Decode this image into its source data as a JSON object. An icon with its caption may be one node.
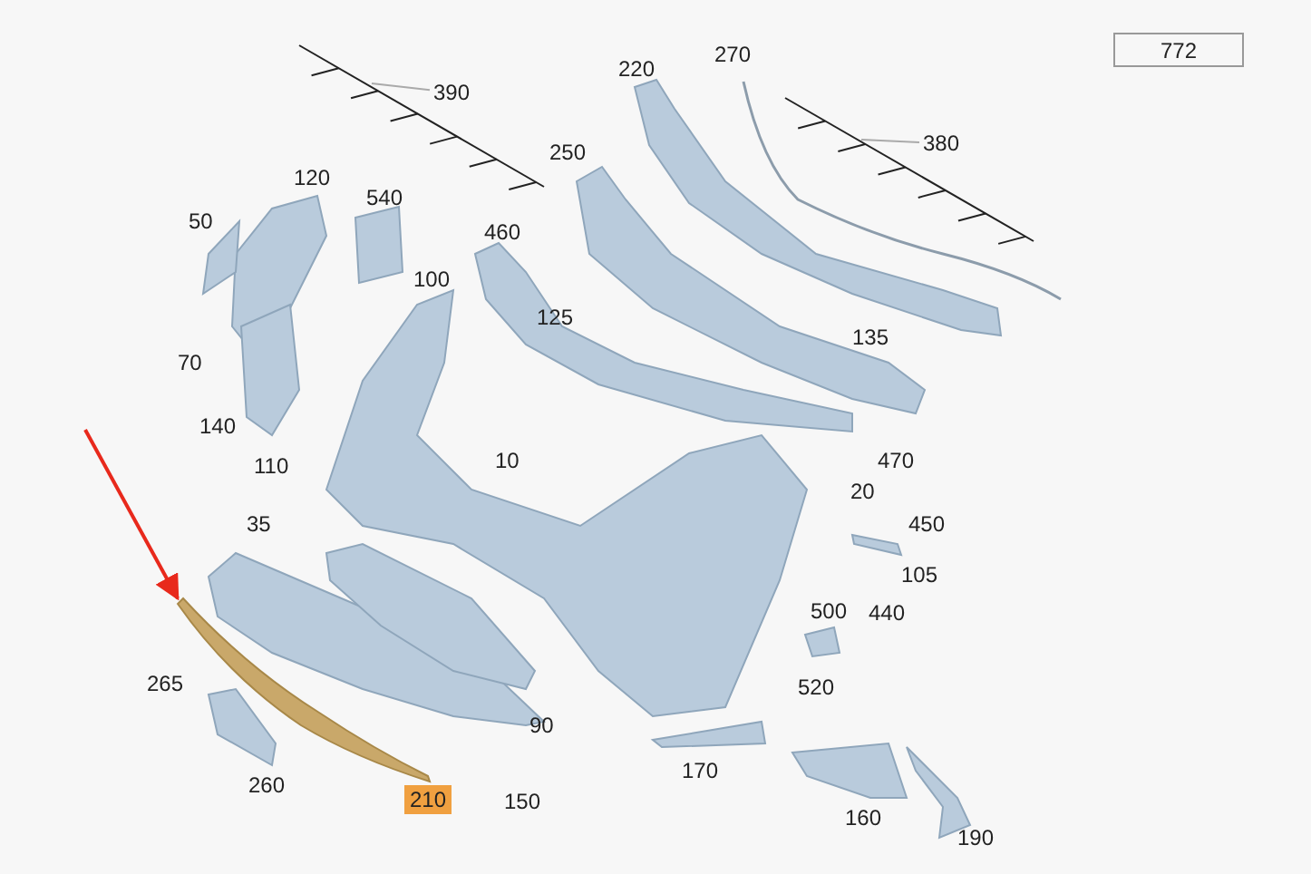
{
  "diagram": {
    "nodes": [
      {
        "text": [
          "772"
        ]
      },
      {
        "text": [
          "390"
        ]
      },
      {
        "text": [
          "380"
        ]
      },
      {
        "text": [],
        "shape": "picture"
      },
      {
        "text": [
          "210"
        ]
      }
    ],
    "edges": [
      {
        "from": 1,
        "to": null,
        "arrow": "none"
      },
      {
        "from": 2,
        "to": null,
        "arrow": "none"
      },
      {
        "from": null,
        "to": 3,
        "arrow": "to",
        "color": "#e8291c"
      }
    ],
    "labels": [
      "220",
      "270",
      "120",
      "540",
      "50",
      "250",
      "460",
      "100",
      "125",
      "135",
      "70",
      "140",
      "10",
      "470",
      "110",
      "20",
      "450",
      "35",
      "105",
      "440",
      "500",
      "265",
      "90",
      "520",
      "260",
      "150",
      "170",
      "160",
      "190"
    ]
  }
}
